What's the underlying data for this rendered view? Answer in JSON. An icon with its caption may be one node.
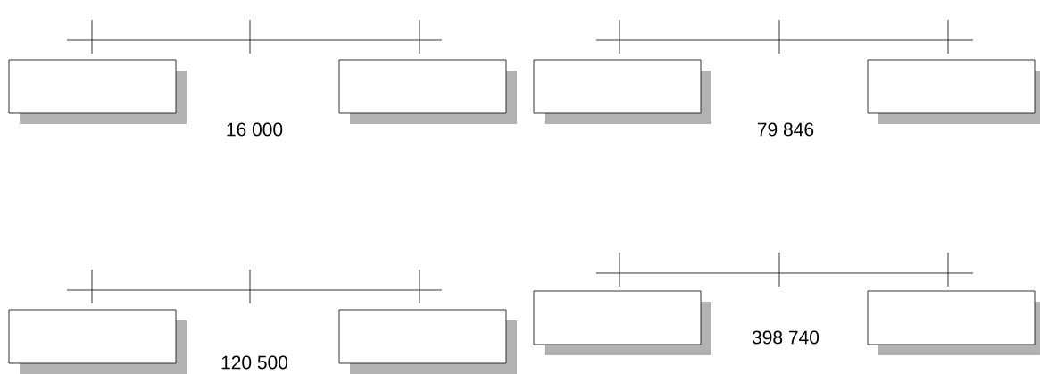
{
  "diagram": {
    "nodes": [
      {
        "text": [],
        "shape": "box"
      },
      {
        "text": [],
        "shape": "box"
      },
      {
        "text": [],
        "shape": "box"
      },
      {
        "text": [],
        "shape": "box"
      },
      {
        "text": [],
        "shape": "box"
      },
      {
        "text": [],
        "shape": "box"
      },
      {
        "text": [],
        "shape": "box"
      },
      {
        "text": [],
        "shape": "box"
      }
    ],
    "labels": [
      "16 000",
      "79 846",
      "120 500",
      "398 740"
    ]
  }
}
